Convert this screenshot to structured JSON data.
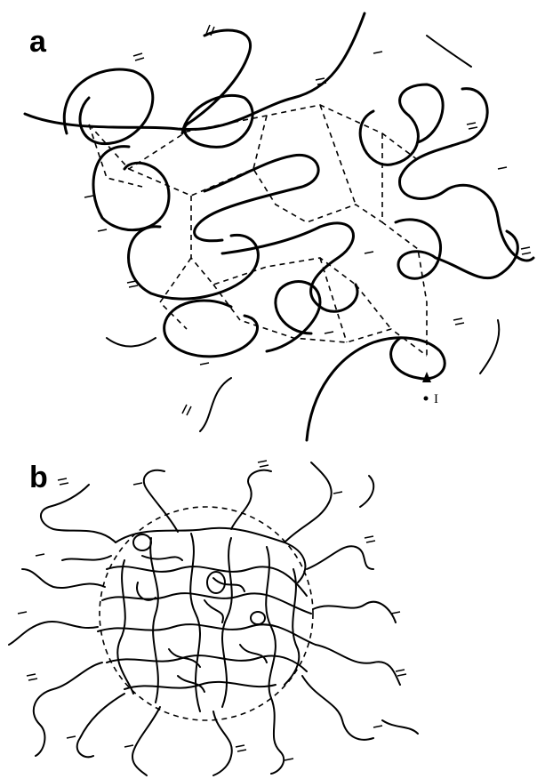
{
  "panels": {
    "a": {
      "label": "a"
    },
    "b": {
      "label": "b"
    }
  },
  "markers": {
    "initiator_label": "I"
  },
  "colors": {
    "ink": "#000000",
    "background": "#ffffff"
  }
}
